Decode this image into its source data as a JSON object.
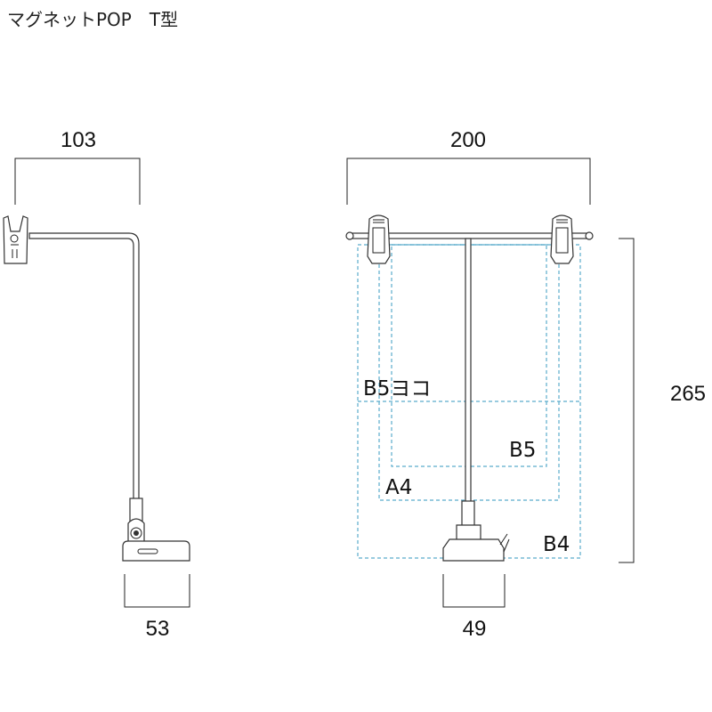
{
  "title": "マグネットPOP　T型",
  "side_view": {
    "width_dim": "103",
    "base_dim": "53"
  },
  "front_view": {
    "width_dim": "200",
    "height_dim": "265",
    "base_dim": "49",
    "paper_labels": {
      "b5_landscape": "B5ヨコ",
      "b5": "B5",
      "a4": "A4",
      "b4": "B4"
    }
  },
  "colors": {
    "paper_outline": "#5aaccc",
    "line": "#222222"
  }
}
